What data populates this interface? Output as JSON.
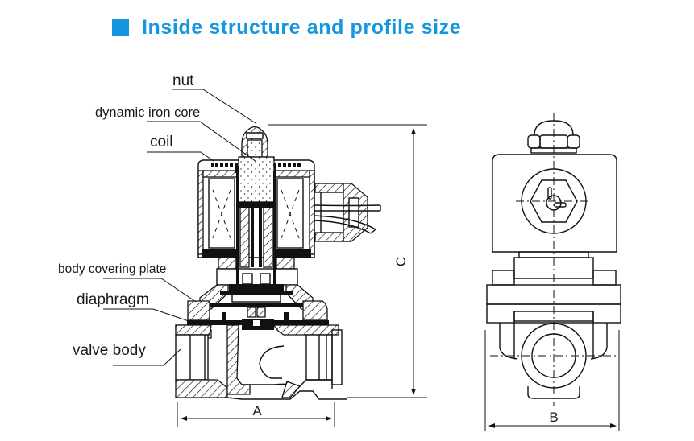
{
  "header": {
    "title": "Inside structure and profile size",
    "accent_color": "#1496e0"
  },
  "section_view": {
    "labels": {
      "nut": "nut",
      "dynamic_iron_core": "dynamic iron core",
      "coil": "coil",
      "body_covering_plate": "body covering plate",
      "diaphragm": "diaphragm",
      "valve_body": "valve body"
    },
    "dimensions": {
      "width": "A",
      "height": "C"
    }
  },
  "front_view": {
    "dimensions": {
      "width": "B"
    }
  }
}
